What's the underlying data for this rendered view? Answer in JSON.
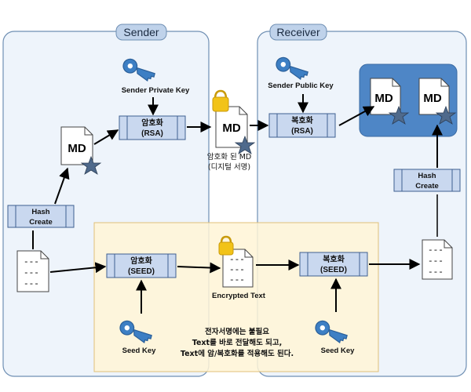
{
  "panels": {
    "sender": "Sender",
    "receiver": "Receiver"
  },
  "keys": {
    "sender_private": "Sender Private Key",
    "sender_public": "Sender Public Key",
    "seed_left": "Seed Key",
    "seed_right": "Seed Key"
  },
  "boxes": {
    "rsa_encrypt": {
      "line1": "암호화",
      "line2": "(RSA)"
    },
    "rsa_decrypt": {
      "line1": "복호화",
      "line2": "(RSA)"
    },
    "seed_encrypt": {
      "line1": "암호화",
      "line2": "(SEED)"
    },
    "seed_decrypt": {
      "line1": "복호화",
      "line2": "(SEED)"
    },
    "hash_left": {
      "line1": "Hash",
      "line2": "Create"
    },
    "hash_right": {
      "line1": "Hash",
      "line2": "Create"
    }
  },
  "docs": {
    "md": "MD",
    "dashes": "---"
  },
  "labels": {
    "encrypted_md_1": "암호화 된 MD",
    "encrypted_md_2": "(디지털 서명)",
    "encrypted_text": "Encrypted Text"
  },
  "note": {
    "line1": "전자서명에는 불필요",
    "line2": "Text를 바로 전달해도 되고,",
    "line3": "Text에 암/복호화를 적용해도 된다."
  },
  "colors": {
    "panel_fill": "#EEF4FB",
    "panel_stroke": "#6F8FB3",
    "title_tab": "#BFD2EA",
    "box_fill": "#C9D8EF",
    "box_stroke": "#3F5F90",
    "key_blue": "#3D7FC4",
    "lock_yellow": "#F2C318",
    "compare_bg": "#4E86C6",
    "star": "#4F6A8C",
    "note_fill": "#FFF4D6",
    "note_stroke": "#E0C07A"
  }
}
